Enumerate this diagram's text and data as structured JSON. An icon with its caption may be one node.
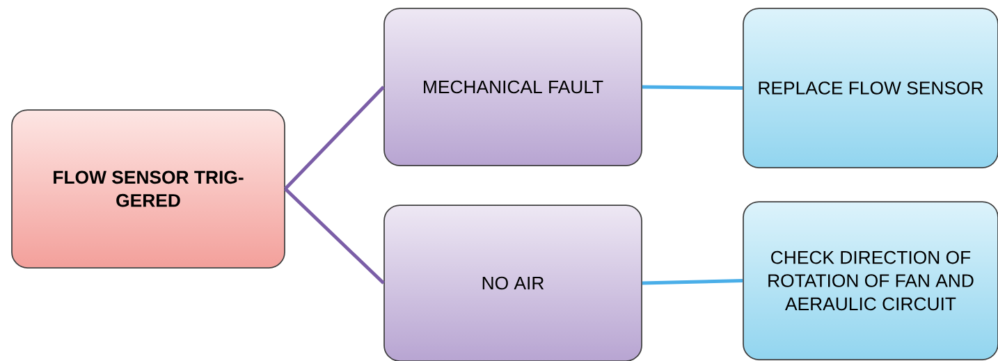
{
  "diagram": {
    "nodes": [
      {
        "text": [
          "FLOW SENSOR TRIG- GERED"
        ]
      },
      {
        "text": [
          "MECHANICAL FAULT"
        ]
      },
      {
        "text": [
          "NO AIR"
        ]
      },
      {
        "text": [
          "REPLACE FLOW SENSOR"
        ]
      },
      {
        "text": [
          "CHECK DIRECTION OF ROTATION OF FAN AND AERAULIC CIRCUIT"
        ]
      }
    ],
    "edges": [
      {
        "from": 0,
        "to": 1,
        "arrow": "none",
        "color": "#7b5ea7"
      },
      {
        "from": 0,
        "to": 2,
        "arrow": "none",
        "color": "#7b5ea7"
      },
      {
        "from": 1,
        "to": 3,
        "arrow": "none",
        "color": "#4aaee8"
      },
      {
        "from": 2,
        "to": 4,
        "arrow": "none",
        "color": "#4aaee8"
      }
    ]
  }
}
